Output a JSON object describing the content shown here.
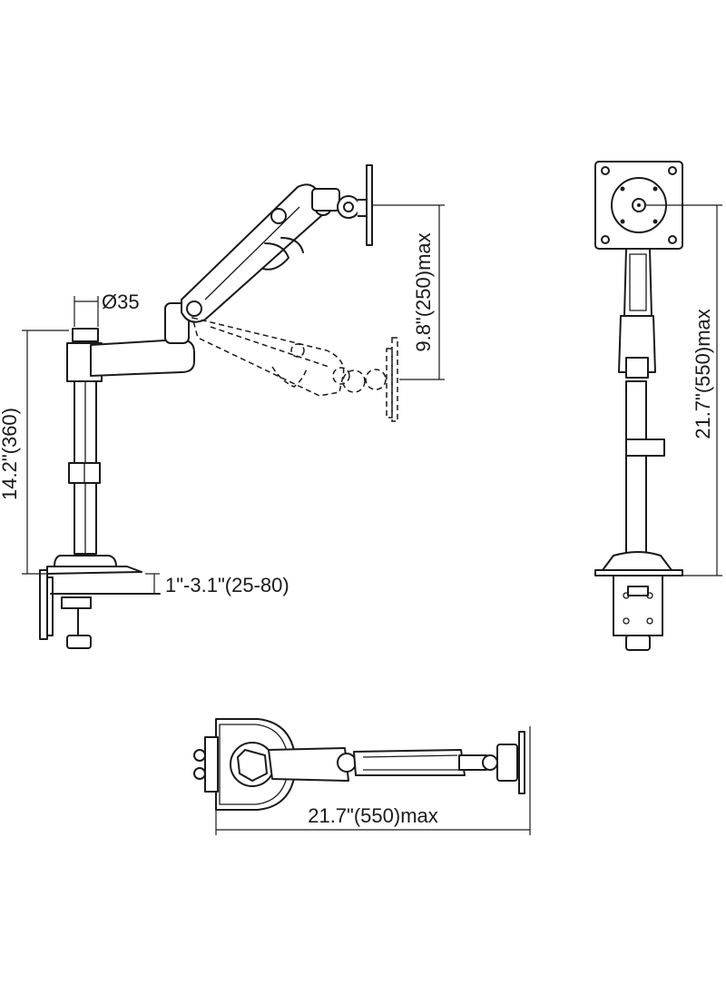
{
  "dimensions": {
    "pole_diameter": "Ø35",
    "pole_height": "14.2\"(360)",
    "clamp_range": "1\"-3.1\"(25-80)",
    "arm_travel": "9.8\"(250)max",
    "max_height": "21.7\"(550)max",
    "max_reach": "21.7\"(550)max"
  }
}
